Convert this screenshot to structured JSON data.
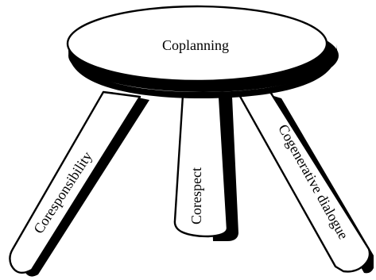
{
  "diagram": {
    "seat": {
      "label": "Coplanning"
    },
    "legs": [
      {
        "label": "Coresponsibility"
      },
      {
        "label": "Corespect"
      },
      {
        "label": "Cogenerative dialogue"
      }
    ]
  },
  "colors": {
    "fill": "#ffffff",
    "outline": "#000000",
    "shadow": "#000000"
  }
}
